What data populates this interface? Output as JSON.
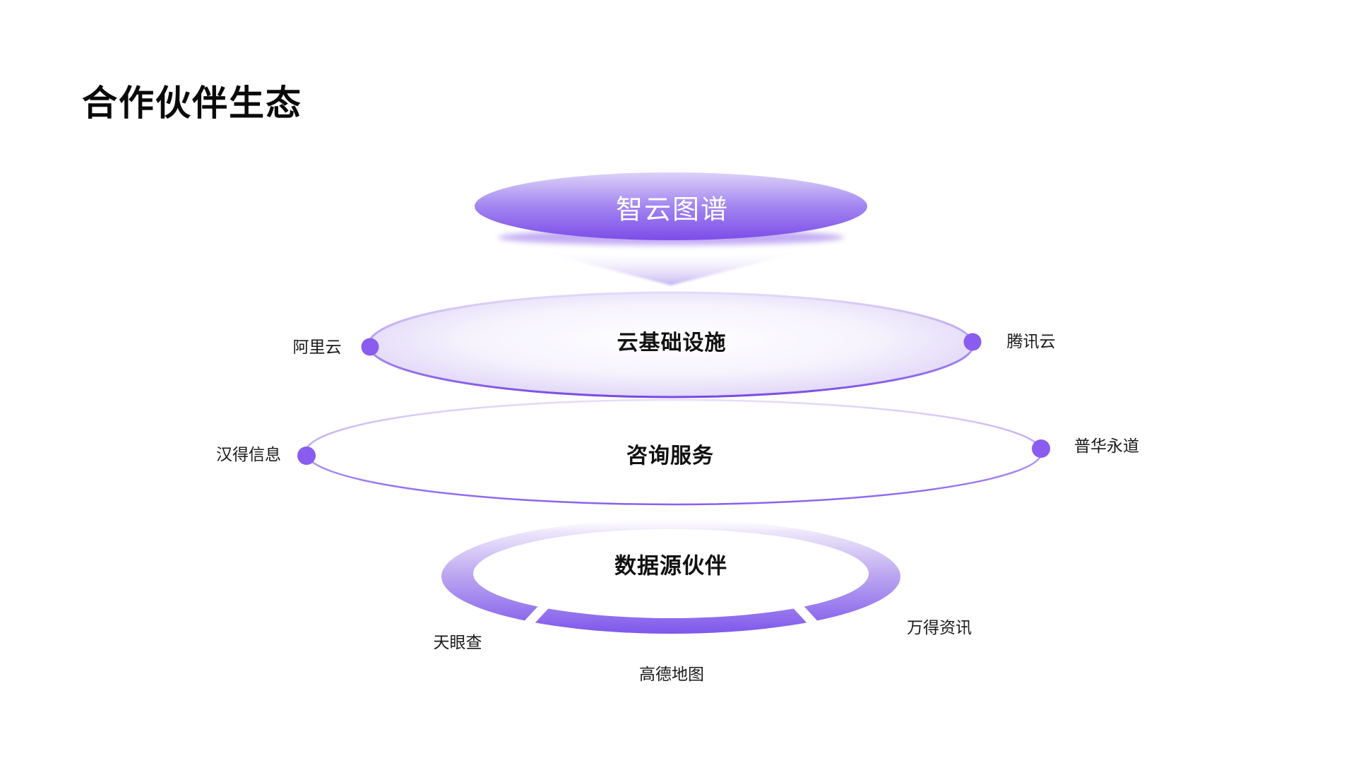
{
  "slide": {
    "title": "合作伙伴生态"
  },
  "diagram": {
    "center_node": {
      "label": "智云图谱"
    },
    "layers": [
      {
        "label": "云基础设施",
        "partners": [
          {
            "name": "阿里云",
            "position": "left"
          },
          {
            "name": "腾讯云",
            "position": "right"
          }
        ]
      },
      {
        "label": "咨询服务",
        "partners": [
          {
            "name": "汉得信息",
            "position": "left"
          },
          {
            "name": "普华永道",
            "position": "right"
          }
        ]
      },
      {
        "label": "数据源伙伴",
        "partners": [
          {
            "name": "天眼查",
            "position": "bottom-left"
          },
          {
            "name": "高德地图",
            "position": "bottom-center"
          },
          {
            "name": "万得资讯",
            "position": "bottom-right"
          }
        ]
      }
    ],
    "colors": {
      "accent_purple": "#8A5CF0",
      "deep_purple": "#7C4DE8",
      "ring_purple": "#7E57EC",
      "light_lavender": "#E0D6F8",
      "text_black": "#111111",
      "label_white": "#FFFFFF"
    }
  }
}
